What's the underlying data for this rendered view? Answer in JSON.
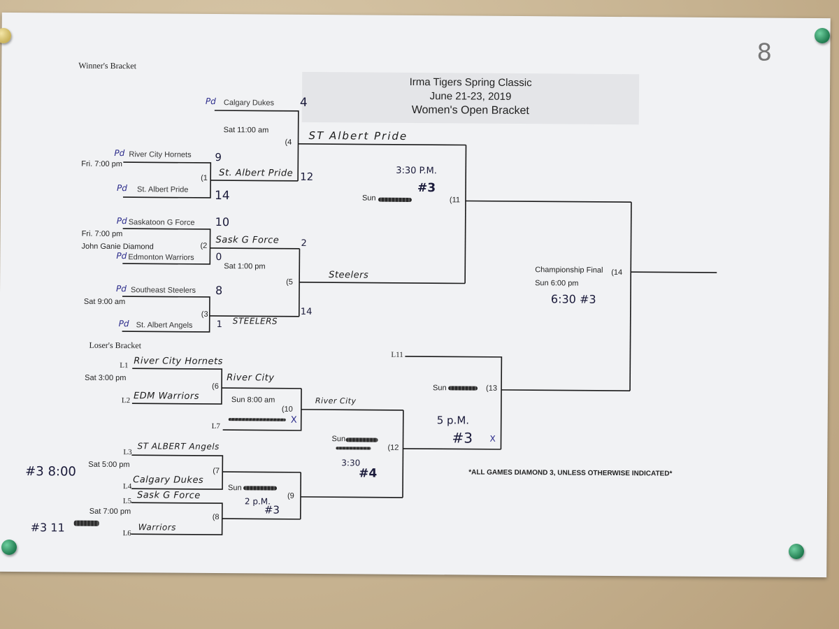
{
  "header": {
    "title_line1": "Irma Tigers Spring Classic",
    "title_line2": "June 21-23, 2019",
    "title_line3": "Women's Open Bracket",
    "page_number": "8"
  },
  "winners": {
    "label": "Winner's Bracket",
    "g1": {
      "num": "(1",
      "time": "Fri. 7:00 pm",
      "team_a": "River City Hornets",
      "score_a": "9",
      "team_b": "St. Albert Pride",
      "score_b": "14"
    },
    "g2": {
      "num": "(2",
      "time": "Fri. 7:00 pm",
      "venue": "John Ganie Diamond",
      "team_a": "Saskatoon G Force",
      "score_a": "10",
      "team_b": "Edmonton Warriors",
      "score_b": "0"
    },
    "g3": {
      "num": "(3",
      "time": "Sat  9:00 am",
      "team_a": "Southeast Steelers",
      "score_a": "8",
      "team_b": "St. Albert Angels",
      "score_b": "1"
    },
    "g4": {
      "num": "(4",
      "time": "Sat  11:00 am",
      "team_a": "Calgary Dukes",
      "score_a": "4",
      "team_b": "St. Albert Pride",
      "score_b": "12"
    },
    "g5": {
      "num": "(5",
      "time": "Sat  1:00 pm",
      "team_a": "Sask G Force",
      "score_a": "2",
      "team_b": "STEELERS",
      "score_b": "14"
    },
    "g11": {
      "num": "(11",
      "day": "Sun",
      "time_hand": "3:30 P.M.",
      "diamond_hand": "#3",
      "team_a": "ST Albert Pride",
      "team_b": "Steelers"
    },
    "pd_mark": "Pd"
  },
  "losers": {
    "label": "Loser's Bracket",
    "g6": {
      "num": "(6",
      "time": "Sat  3:00 pm",
      "slot_a": "L1",
      "team_a": "River City Hornets",
      "slot_b": "L2",
      "team_b": "EDM Warriors"
    },
    "g7": {
      "num": "(7",
      "time": "Sat  5:00 pm",
      "slot_a": "L3",
      "team_a": "ST ALBERT Angels",
      "slot_b": "L4",
      "team_b": "Calgary Dukes"
    },
    "g8": {
      "num": "(8",
      "time": "Sat  7:00 pm",
      "slot_a": "L5",
      "team_a": "Sask G Force",
      "slot_b": "L6",
      "team_b": "Warriors"
    },
    "g10": {
      "num": "(10",
      "time": "Sun 8:00 am",
      "team_a": "River City",
      "slot_b": "L7",
      "mark": "X"
    },
    "g9": {
      "num": "(9",
      "day": "Sun",
      "time_hand": "2 p.M.",
      "diamond_hand": "#3"
    },
    "g12": {
      "num": "(12",
      "day": "Sun",
      "time_hand": "3:30",
      "diamond_hand": "#4",
      "team_a": "River City"
    },
    "g13": {
      "num": "(13",
      "day": "Sun",
      "slot_a": "L11",
      "time_hand": "5 p.M.",
      "diamond_hand": "#3",
      "mark": "X"
    },
    "note_l3": "#3  8:00",
    "note_l5": "#3 11"
  },
  "final": {
    "label": "Championship Final",
    "num": "(14",
    "time": "Sun 6:00 pm",
    "time_hand": "6:30 #3"
  },
  "footer_note": "*ALL GAMES DIAMOND 3, UNLESS OTHERWISE INDICATED*"
}
